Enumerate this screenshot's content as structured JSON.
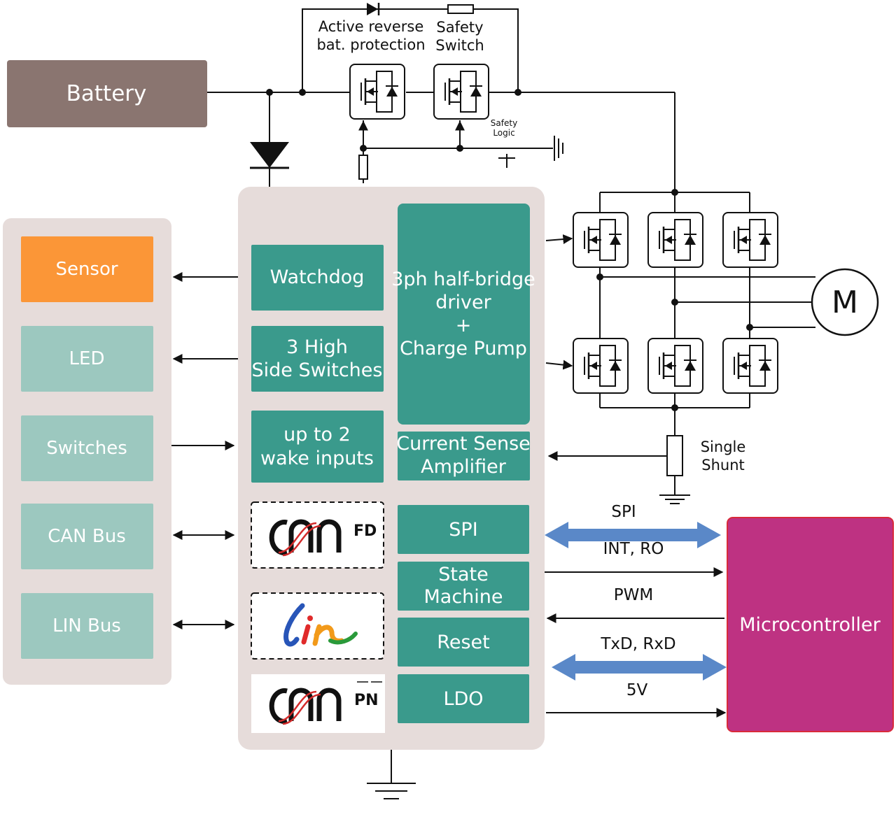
{
  "labels": {
    "battery": "Battery",
    "active_reverse_1": "Active reverse",
    "active_reverse_2": "bat. protection",
    "safety_switch_1": "Safety",
    "safety_switch_2": "Switch",
    "safety_logic_1": "Safety",
    "safety_logic_2": "Logic",
    "sensor": "Sensor",
    "led": "LED",
    "switches": "Switches",
    "can_bus": "CAN Bus",
    "lin_bus": "LIN Bus",
    "watchdog": "Watchdog",
    "high_side_1": "3 High",
    "high_side_2": "Side Switches",
    "wake_1": "up to 2",
    "wake_2": "wake inputs",
    "driver_1": "3ph half-bridge",
    "driver_2": "driver",
    "driver_3": "+",
    "driver_4": "Charge Pump",
    "csa_1": "Current Sense",
    "csa_2": "Amplifier",
    "spi_block": "SPI",
    "state_1": "State",
    "state_2": "Machine",
    "reset": "Reset",
    "ldo": "LDO",
    "motor": "M",
    "shunt_1": "Single",
    "shunt_2": "Shunt",
    "spi_sig": "SPI",
    "int_ro": "INT, RO",
    "pwm": "PWM",
    "txd_rxd": "TxD, RxD",
    "v5": "5V",
    "microcontroller": "Microcontroller",
    "can_fd_logo": "can FD",
    "lin_logo": "lin",
    "can_pn_logo": "can PN"
  },
  "colors": {
    "battery": "#8a7570",
    "panel": "#e6dcda",
    "teal": "#3a9a8c",
    "light_teal": "#9cc8bf",
    "sensor": "#fb9637",
    "micro": "#be3282",
    "micro_border": "#d92a3a",
    "arrow_blue": "#5a88c8"
  }
}
